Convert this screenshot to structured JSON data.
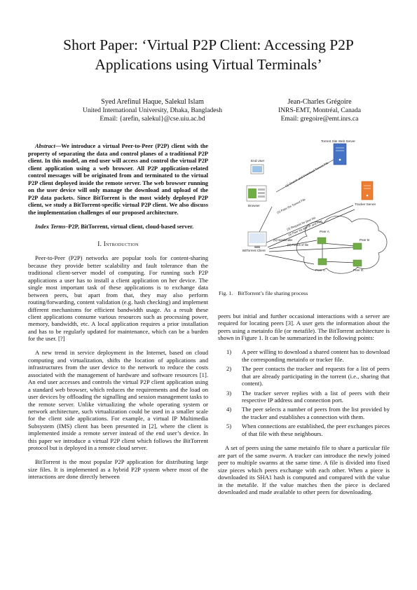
{
  "title": "Short Paper: ‘Virtual P2P Client: Accessing P2P Applications using Virtual Terminals’",
  "authors_left": {
    "names": "Syed Arefinul Haque, Salekul Islam",
    "affiliation": "United International University, Dhaka, Bangladesh",
    "email": "Email: {arefin, salekul}@cse.uiu.ac.bd"
  },
  "authors_right": {
    "names": "Jean-Charles Grégoire",
    "affiliation": "INRS-EMT, Montréal, Canada",
    "email": "Email: gregoire@emt.inrs.ca"
  },
  "abstract": {
    "label": "Abstract",
    "text": "—We introduce a virtual Peer-to-Peer (P2P) client with the property of separating the data and control planes of a traditional P2P client. In this model, an end user will access and control the virtual P2P client application using a web browser. All P2P application-related control messages will be originated from and terminated to the virtual P2P client deployed inside the remote server. The web browser running on the user device will only manage the download and upload of the P2P data packets. Since BitTorrent is the most widely deployed P2P client, we study a BitTorrent-specific virtual P2P client. We also discuss the implementation challenges of our proposed architecture."
  },
  "index_terms": {
    "label": "Index Terms",
    "text": "–P2P, BitTorrent, virtual client, cloud-based server."
  },
  "section1": {
    "heading": "I. Introduction",
    "paragraphs": [
      "Peer-to-Peer (P2P) networks are popular tools for content-sharing because they provide better scalability and fault tolerance than the traditional client-server model of computing. For running such P2P applications a user has to install a client application on her device. The single most important task of these applications is to exchange data between peers, but apart from that, they may also perform routing/forwarding, content validation (e.g. hash checking) and implement different mechanisms for efficient bandwidth usage. As a result these client applications consume various resources such as processing power, memory, bandwidth, etc. A local application requires a prior installation and has to be regularly updated for maintenance, which can be a burden for the user. [?]",
      "A new trend in service deployment in the Internet, based on cloud computing and virtualization, shifts the location of applications and infrastructures from the user device to the network to reduce the costs associated with the management of hardware and software resources [1]. An end user accesses and controls the virtual P2P client application using a standard web browser, which reduces the requirements and the load on user devices by offloading the signalling and session management tasks to the remote server. Unlike virtualizing the whole operating system or network architecture, such virtualization could be used in a smaller scale for the client side applications. For example, a virtual IP Multimedia Subsystem (IMS) client has been presented in [2], where the client is implemented inside a remote server instead of the end user’s device. In this paper we introduce a virtual P2P client which follows the BitTorrent protocol but is deployed in a remote cloud server.",
      "BitTorrent is the most popular P2P application for distributing large size files. It is implemented as a hybrid P2P system where most of the interactions are done directly between"
    ]
  },
  "right_column": {
    "para1": "peers but initial and further occasional interactions with a server are required for locating peers [3]. A user gets the information about the peers using a metainfo file (or metafile). The BitTorrent architecture is shown in Figure 1. It can be summarized in the following points:",
    "steps": [
      {
        "num": "1)",
        "text": "A peer willing to download a shared content has to download the corresponding metainfo or tracker file."
      },
      {
        "num": "2)",
        "text": "The peer contacts the tracker and requests for a list of peers that are already participating in the torrent (i.e., sharing that content)."
      },
      {
        "num": "3)",
        "text": "The tracker server replies with a list of peers with their respective IP address and connection port."
      },
      {
        "num": "4)",
        "text": "The peer selects a number of peers from the list provided by the tracker and establishes a connection with them."
      },
      {
        "num": "5)",
        "text": "When connections are established, the peer exchanges pieces of that file with these neighbours."
      }
    ],
    "para2_start": "A set of peers using the same metainfo file to share a particular file are part of the same ",
    "para2_em": "swarm.",
    "para2_end": " A tracker can introduce the newly joined peer to multiple swarms at the same time. A file is divided into fixed size pieces which peers exchange with each other. When a piece is downloaded its SHA1 hash is computed and compared with the value in the metafile. If the value matches then the piece is declared downloaded and made available to other peers for downloading."
  },
  "figure": {
    "caption_label": "Fig. 1.",
    "caption_text": "BitTorrent’s file sharing process",
    "labels": {
      "torrent_site": "Torrent Site Web Server",
      "end_user": "End User",
      "browser": "Browser",
      "tracker": "Tracker Server",
      "client": "BitTorrent Client",
      "peer_a": "Peer A",
      "peer_b": "Peer B",
      "peer_c": "Peer C",
      "peer_d": "Peer D",
      "arrow1": "(1) Search and Download Torrent File",
      "arrow2": "(2) Pass the Torrent File",
      "arrow3": "(3) Request for peer list",
      "arrow4": "(4) Peer list with IP and Port",
      "arrow5": "(5) Handshake",
      "arrow6": "(6) Pieces of file"
    },
    "colors": {
      "web_server": "#4472c4",
      "tracker": "#ed7d31",
      "peer": "#70ad47"
    }
  }
}
